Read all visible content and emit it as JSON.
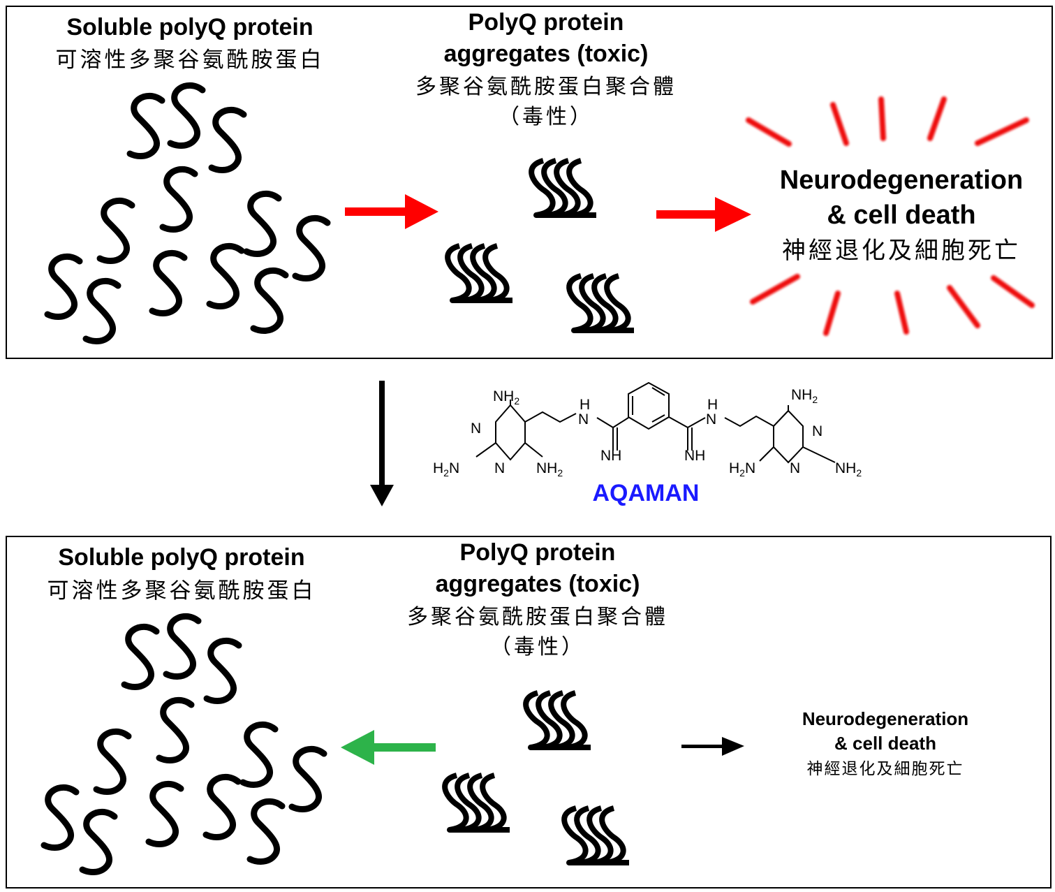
{
  "top_panel": {
    "soluble_title": "Soluble polyQ protein",
    "soluble_subtitle": "可溶性多聚谷氨酰胺蛋白",
    "aggregates_title_line1": "PolyQ protein",
    "aggregates_title_line2": "aggregates (toxic)",
    "aggregates_subtitle_line1": "多聚谷氨酰胺蛋白聚合體",
    "aggregates_subtitle_line2": "（毒性）",
    "outcome_line1": "Neurodegeneration",
    "outcome_line2": "& cell death",
    "outcome_subtitle": "神經退化及細胞死亡"
  },
  "middle": {
    "compound_name": "AQAMAN",
    "atoms": {
      "nh2": "NH",
      "h2n": "H",
      "n": "N",
      "h": "H",
      "nh": "NH",
      "sub2": "2",
      "nh_tail": "N"
    }
  },
  "bottom_panel": {
    "soluble_title": "Soluble polyQ protein",
    "soluble_subtitle": "可溶性多聚谷氨酰胺蛋白",
    "aggregates_title_line1": "PolyQ protein",
    "aggregates_title_line2": "aggregates (toxic)",
    "aggregates_subtitle_line1": "多聚谷氨酰胺蛋白聚合體",
    "aggregates_subtitle_line2": "（毒性）",
    "outcome_line1": "Neurodegeneration",
    "outcome_line2": "& cell death",
    "outcome_subtitle": "神經退化及細胞死亡"
  },
  "colors": {
    "red_arrow": "#ff0000",
    "green_arrow": "#2db34a",
    "compound_label": "#1a1aff",
    "burst_lines": "#ee1111"
  }
}
